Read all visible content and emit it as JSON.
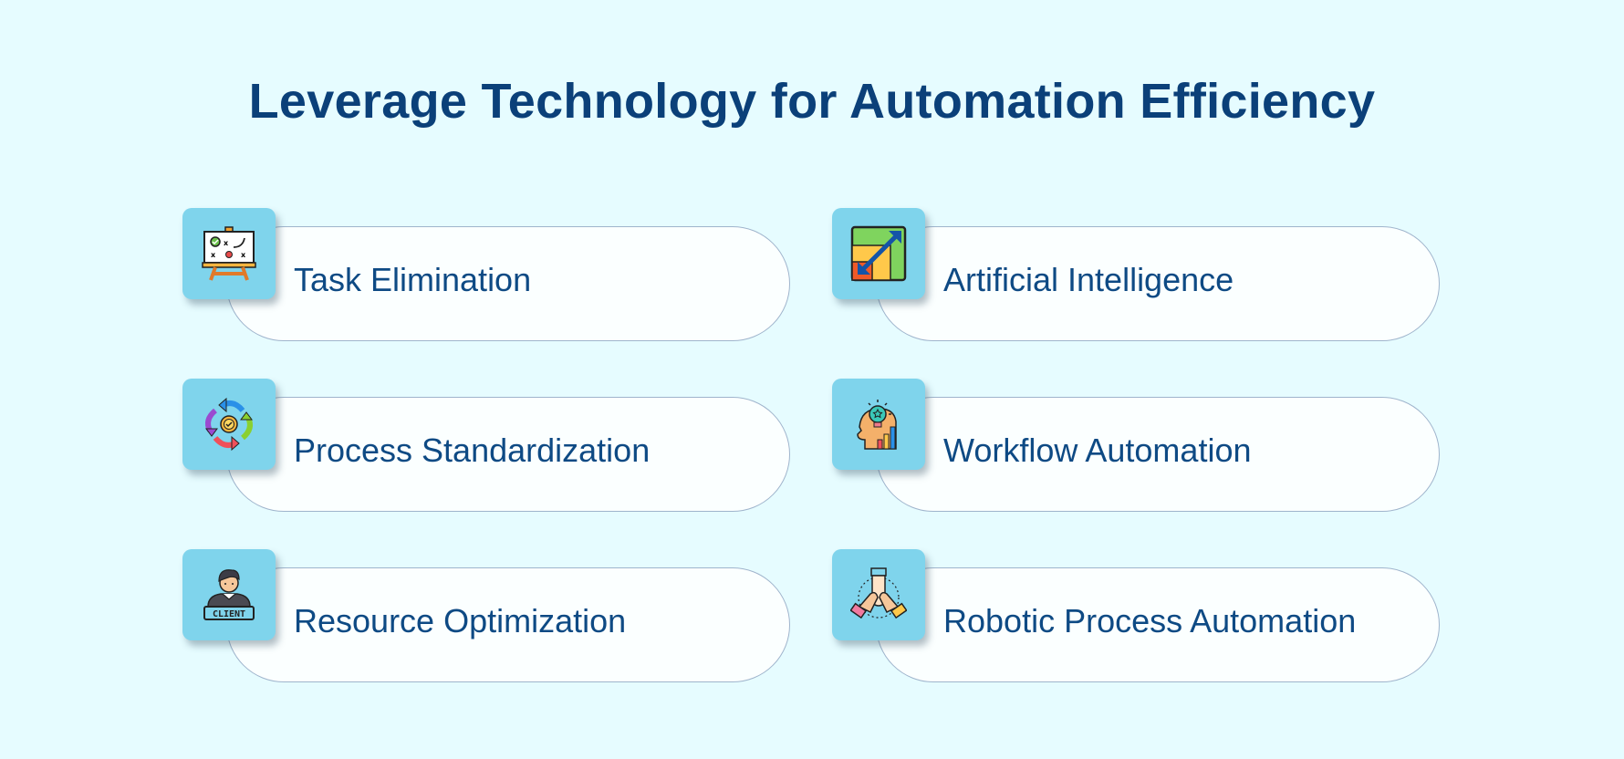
{
  "title": "Leverage Technology for Automation Efficiency",
  "colors": {
    "background": "#e6fcff",
    "title": "#0b4079",
    "label": "#0e4a84",
    "icon_box": "#7fd4ec",
    "pill_border": "#9fb4cc",
    "pill_fill": "#fbffff"
  },
  "items": [
    {
      "label": "Task Elimination",
      "icon": "whiteboard-strategy-icon"
    },
    {
      "label": "Artificial Intelligence",
      "icon": "growth-chart-arrow-icon"
    },
    {
      "label": "Process Standardization",
      "icon": "cycle-arrows-check-icon"
    },
    {
      "label": "Workflow Automation",
      "icon": "head-lightbulb-chart-icon"
    },
    {
      "label": "Resource Optimization",
      "icon": "client-person-icon"
    },
    {
      "label": "Robotic Process Automation",
      "icon": "teamwork-hands-icon"
    }
  ]
}
